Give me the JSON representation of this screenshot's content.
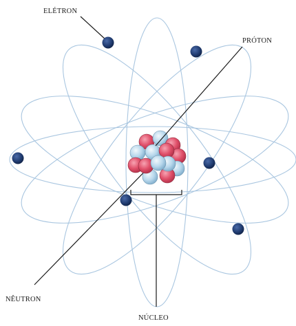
{
  "labels": {
    "electron": "ELÉTRON",
    "proton": "PRÓTON",
    "neutron": "NÊUTRON",
    "nucleus": "NÚCLEO"
  },
  "colors": {
    "orbit": "#a9c6e0",
    "electron": "#1f3a6e",
    "proton": "#e0506a",
    "neutron": "#b8d8ec",
    "leader_line": "#1a1a1a"
  }
}
